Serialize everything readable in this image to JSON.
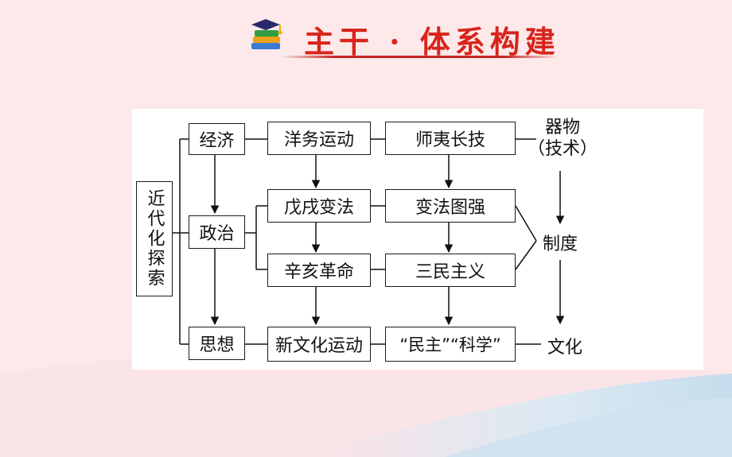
{
  "header": {
    "title": "主干 · 体系构建"
  },
  "diagram": {
    "root": "近代化探索",
    "categories": {
      "economy": "经济",
      "politics": "政治",
      "thought": "思想"
    },
    "events": {
      "westernization": "洋务运动",
      "reform_1898": "戊戌变法",
      "revolution_1911": "辛亥革命",
      "new_culture": "新文化运动"
    },
    "ideas": {
      "learn_tech": "师夷长技",
      "reform_strength": "变法图强",
      "three_principles": "三民主义",
      "democracy_science": "“民主”“科学”"
    },
    "levels": {
      "objects_line1": "器物",
      "objects_line2": "（技术）",
      "institution": "制度",
      "culture": "文化"
    }
  }
}
